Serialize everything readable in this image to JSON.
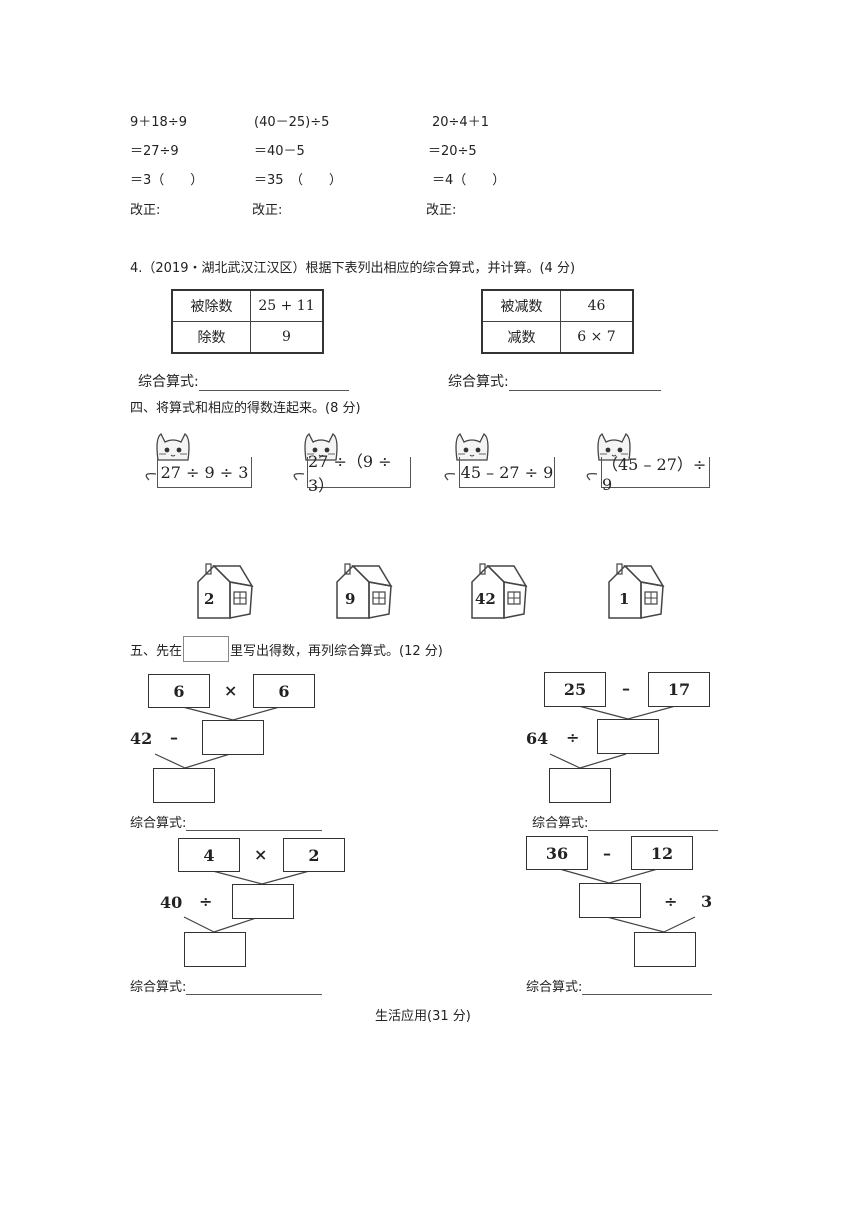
{
  "corrections": {
    "col1": [
      "9＋18÷9",
      "＝27÷9",
      "＝3（　　）"
    ],
    "col2": [
      "(40－25)÷5",
      "＝40－5",
      "＝35　（　　）"
    ],
    "col3": [
      "20÷4＋1",
      "＝20÷5",
      "＝4（　　）"
    ],
    "fix_label": "改正:"
  },
  "q4": {
    "title": "4.（2019・湖北武汉江汉区）根据下表列出相应的综合算式，并计算。(4 分)",
    "table1": [
      [
        "被除数",
        "25 + 11"
      ],
      [
        "除数",
        "9"
      ]
    ],
    "table2": [
      [
        "被减数",
        "46"
      ],
      [
        "减数",
        "6 × 7"
      ]
    ],
    "formula_label": "综合算式:"
  },
  "section4": {
    "title": "四、将算式和相应的得数连起来。(8 分)",
    "cards": [
      "27 ÷ 9 ÷ 3",
      "27 ÷（9 ÷ 3）",
      "45 – 27 ÷ 9",
      "（45 – 27）÷ 9"
    ],
    "houses": [
      "2",
      "9",
      "42",
      "1"
    ]
  },
  "section5": {
    "title_part1": "五、先在",
    "title_part2": "里写出得数，再列综合算式。(12 分)",
    "formula_label": "综合算式:",
    "trees": [
      {
        "a": "6",
        "op1": "×",
        "b": "6",
        "c": "42",
        "op2": "–"
      },
      {
        "a": "25",
        "op1": "–",
        "b": "17",
        "c": "64",
        "op2": "÷"
      },
      {
        "a": "4",
        "op1": "×",
        "b": "2",
        "c": "40",
        "op2": "÷"
      },
      {
        "a": "36",
        "op1": "–",
        "b": "12",
        "c": "3",
        "op2": "÷"
      }
    ]
  },
  "footer": "生活应用(31 分)"
}
